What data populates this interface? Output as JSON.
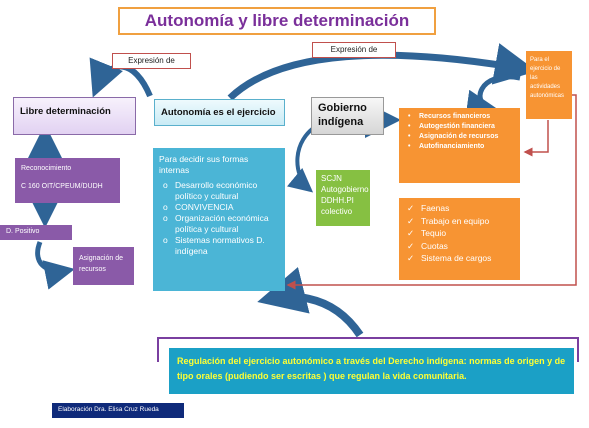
{
  "title": "Autonomía y libre determinación",
  "labels": {
    "expresion_1": "Expresión de",
    "expresion_2": "Expresión de"
  },
  "boxes": {
    "libre_determinacion": "Libre determinación",
    "autonomia": "Autonomía  es el ejercicio",
    "gobierno": "Gobierno indígena",
    "reconocimiento_line1": "Reconocimiento",
    "reconocimiento_line2": "C 160 OIT/CPEUM/DUDH",
    "d_positivo": "D. Positivo",
    "asignacion": "Asignación de recursos",
    "decidir_title": "Para decidir sus formas internas",
    "decidir_items": [
      "Desarrollo económico político y cultural",
      "CONVIVENCIA",
      "Organización económica política y cultural",
      "Sistemas normativos D. indígena"
    ],
    "scjn": "SCJN Autogobierno DDHH.PI colectivo",
    "recursos_items": [
      "Recursos financieros",
      "Autogestión financiera",
      "Asignación de recursos",
      "Autofinanciamiento"
    ],
    "ejercicio": "Para el ejercicio de las actividades autonómicas",
    "faenas_items": [
      "Faenas",
      "Trabajo en equipo",
      "Tequio",
      "Cuotas",
      "Sistema de cargos"
    ],
    "regulacion": "Regulación del ejercicio autonómico a través del Derecho indígena: normas de origen y de tipo orales (pudiendo ser escritas ) que regulan la vida comunitaria.",
    "autor": "Elaboración Dra. Elisa Cruz Rueda"
  },
  "colors": {
    "purple": "#8a5aa8",
    "blue": "#4bb5d6",
    "orange": "#f79433",
    "green": "#86c042",
    "title": "#7a2f9a",
    "arrow": "#2f6496",
    "red_line": "#c0504d",
    "regulation_text": "#ffff33"
  }
}
